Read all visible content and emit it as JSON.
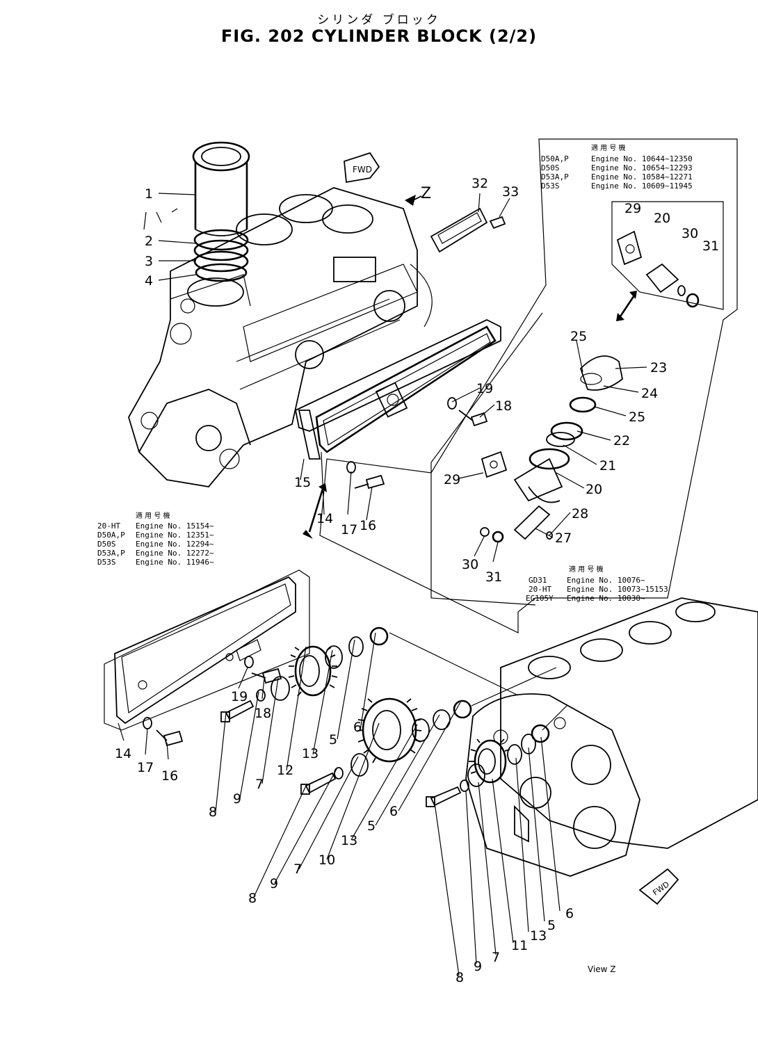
{
  "title": {
    "japanese": "シリンダ ブロック",
    "english": "FIG. 202  CYLINDER  BLOCK  (2/2)"
  },
  "fwd_label": "FWD",
  "view_marker": "Z",
  "view_caption": "View Z",
  "applicability_tables": [
    {
      "header": "適 用 号 機",
      "rows": [
        {
          "model": "D50A,P",
          "range": "Engine No. 10644~12350"
        },
        {
          "model": "D50S",
          "range": "Engine No. 10654~12293"
        },
        {
          "model": "D53A,P",
          "range": "Engine No. 10584~12271"
        },
        {
          "model": "D53S",
          "range": "Engine No. 10609~11945"
        }
      ]
    },
    {
      "header": "適 用 号 機",
      "rows": [
        {
          "model": "20-HT",
          "range": "Engine No. 15154~"
        },
        {
          "model": "D50A,P",
          "range": "Engine No. 12351~"
        },
        {
          "model": "D50S",
          "range": "Engine No. 12294~"
        },
        {
          "model": "D53A,P",
          "range": "Engine No. 12272~"
        },
        {
          "model": "D53S",
          "range": "Engine No. 11946~"
        }
      ]
    },
    {
      "header": "適 用 号 機",
      "rows": [
        {
          "model": "GD31",
          "range": "Engine No. 10076~"
        },
        {
          "model": "20-HT",
          "range": "Engine No. 10073~15153"
        },
        {
          "model": "EG105Y",
          "range": "Engine No. 10030~"
        }
      ]
    }
  ],
  "callouts": [
    "1",
    "2",
    "3",
    "4",
    "32",
    "33",
    "29",
    "20",
    "30",
    "31",
    "25",
    "23",
    "24",
    "25",
    "22",
    "21",
    "20",
    "28",
    "27",
    "19",
    "18",
    "29",
    "15",
    "14",
    "17",
    "16",
    "30",
    "31",
    "19",
    "18",
    "14",
    "17",
    "16",
    "6",
    "5",
    "13",
    "12",
    "7",
    "9",
    "8",
    "6",
    "5",
    "13",
    "10",
    "7",
    "9",
    "8",
    "6",
    "5",
    "13",
    "11",
    "7",
    "9",
    "8"
  ]
}
